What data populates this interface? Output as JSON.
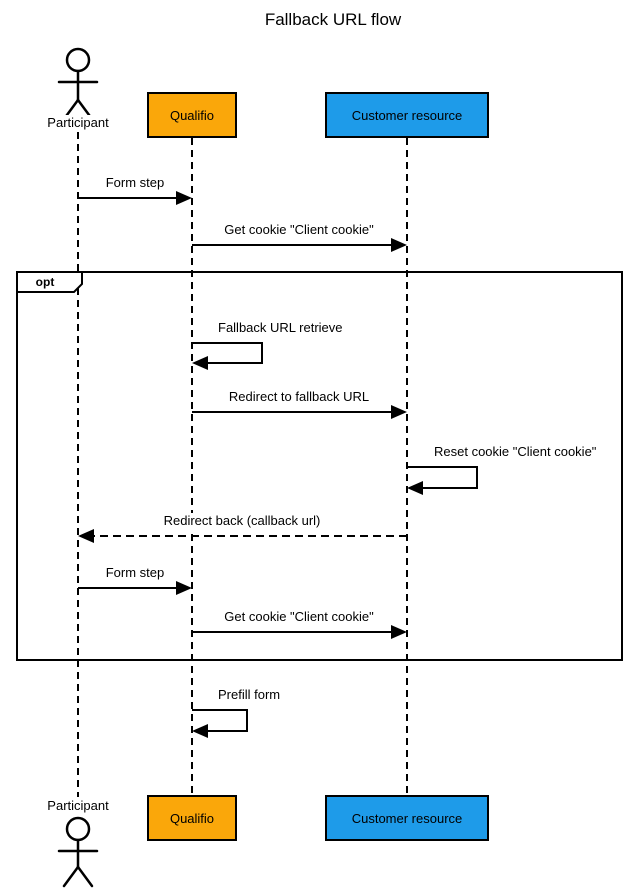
{
  "diagram": {
    "title": "Fallback URL flow",
    "colors": {
      "line": "#000000",
      "background": "#FFFFFF",
      "qualifio_fill": "#FAA70A",
      "customer_fill": "#1E9BE9"
    },
    "participants": [
      {
        "label": "Participant",
        "type": "actor"
      },
      {
        "label": "Qualifio",
        "type": "box",
        "color": "#FAA70A"
      },
      {
        "label": "Customer resource",
        "type": "box",
        "color": "#1E9BE9"
      }
    ],
    "fragment": {
      "operator": "opt",
      "contains_messages": [
        2,
        3,
        4,
        5,
        6,
        7
      ]
    },
    "messages": [
      {
        "label": "Form step",
        "from": "Participant",
        "to": "Qualifio",
        "kind": "solid"
      },
      {
        "label": "Get cookie \"Client cookie\"",
        "from": "Qualifio",
        "to": "Customer resource",
        "kind": "solid"
      },
      {
        "label": "Fallback URL retrieve",
        "from": "Qualifio",
        "to": "Qualifio",
        "kind": "self"
      },
      {
        "label": "Redirect to fallback URL",
        "from": "Qualifio",
        "to": "Customer resource",
        "kind": "solid"
      },
      {
        "label": "Reset cookie \"Client cookie\"",
        "from": "Customer resource",
        "to": "Customer resource",
        "kind": "self"
      },
      {
        "label": "Redirect back (callback url)",
        "from": "Customer resource",
        "to": "Participant",
        "kind": "dashed"
      },
      {
        "label": "Form step",
        "from": "Participant",
        "to": "Qualifio",
        "kind": "solid"
      },
      {
        "label": "Get cookie \"Client cookie\"",
        "from": "Qualifio",
        "to": "Customer resource",
        "kind": "solid"
      },
      {
        "label": "Prefill form",
        "from": "Qualifio",
        "to": "Qualifio",
        "kind": "self"
      }
    ]
  }
}
